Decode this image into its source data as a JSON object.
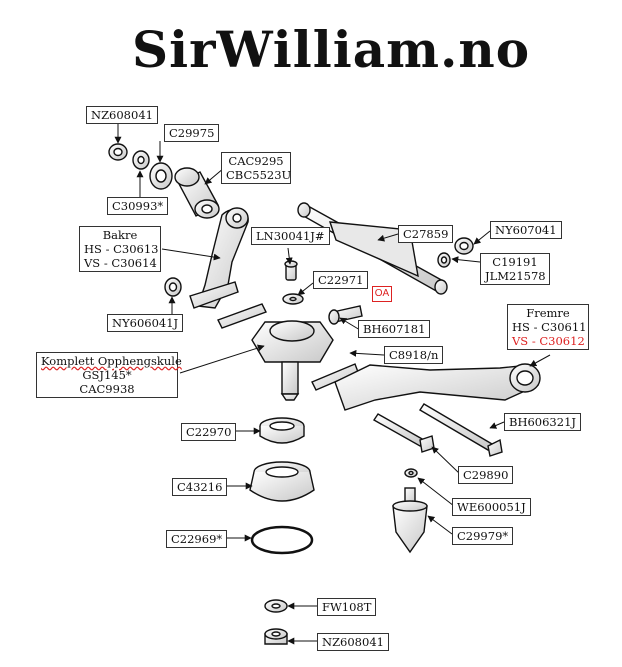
{
  "brand": "SirWilliam.no",
  "parts": {
    "nz608041_top": "NZ608041",
    "c29975": "C29975",
    "cac9295": "CAC9295",
    "cbc5523u": "CBC5523U",
    "c30993": "C30993*",
    "bakre_title": "Bakre",
    "bakre_hs": "HS - C30613",
    "bakre_vs": "VS - C30614",
    "ln30041j": "LN30041J#",
    "c27859": "C27859",
    "ny607041": "NY607041",
    "c19191": "C19191",
    "jlm21578": "JLM21578",
    "c22971": "C22971",
    "ny606041j": "NY606041J",
    "bh607181": "BH607181",
    "fremre_title": "Fremre",
    "fremre_hs": "HS - C30611",
    "fremre_vs": "VS - C30612",
    "komplett_title": "Komplett Opphengskule",
    "gsj145": "GSJ145*",
    "cac9938": "CAC9938",
    "c8918n": "C8918/n",
    "c22970": "C22970",
    "bh606321j": "BH606321J",
    "c29890": "C29890",
    "c43216": "C43216",
    "we600051j": "WE600051J",
    "c22969": "C22969*",
    "c29979": "C29979*",
    "fw108t": "FW108T",
    "nz608041_bottom": "NZ608041"
  },
  "oa_mark": "OA",
  "colors": {
    "ink": "#111111",
    "red": "#dd2222",
    "part_fill": "#f2f2f2",
    "part_shade": "#cfcfcf"
  }
}
